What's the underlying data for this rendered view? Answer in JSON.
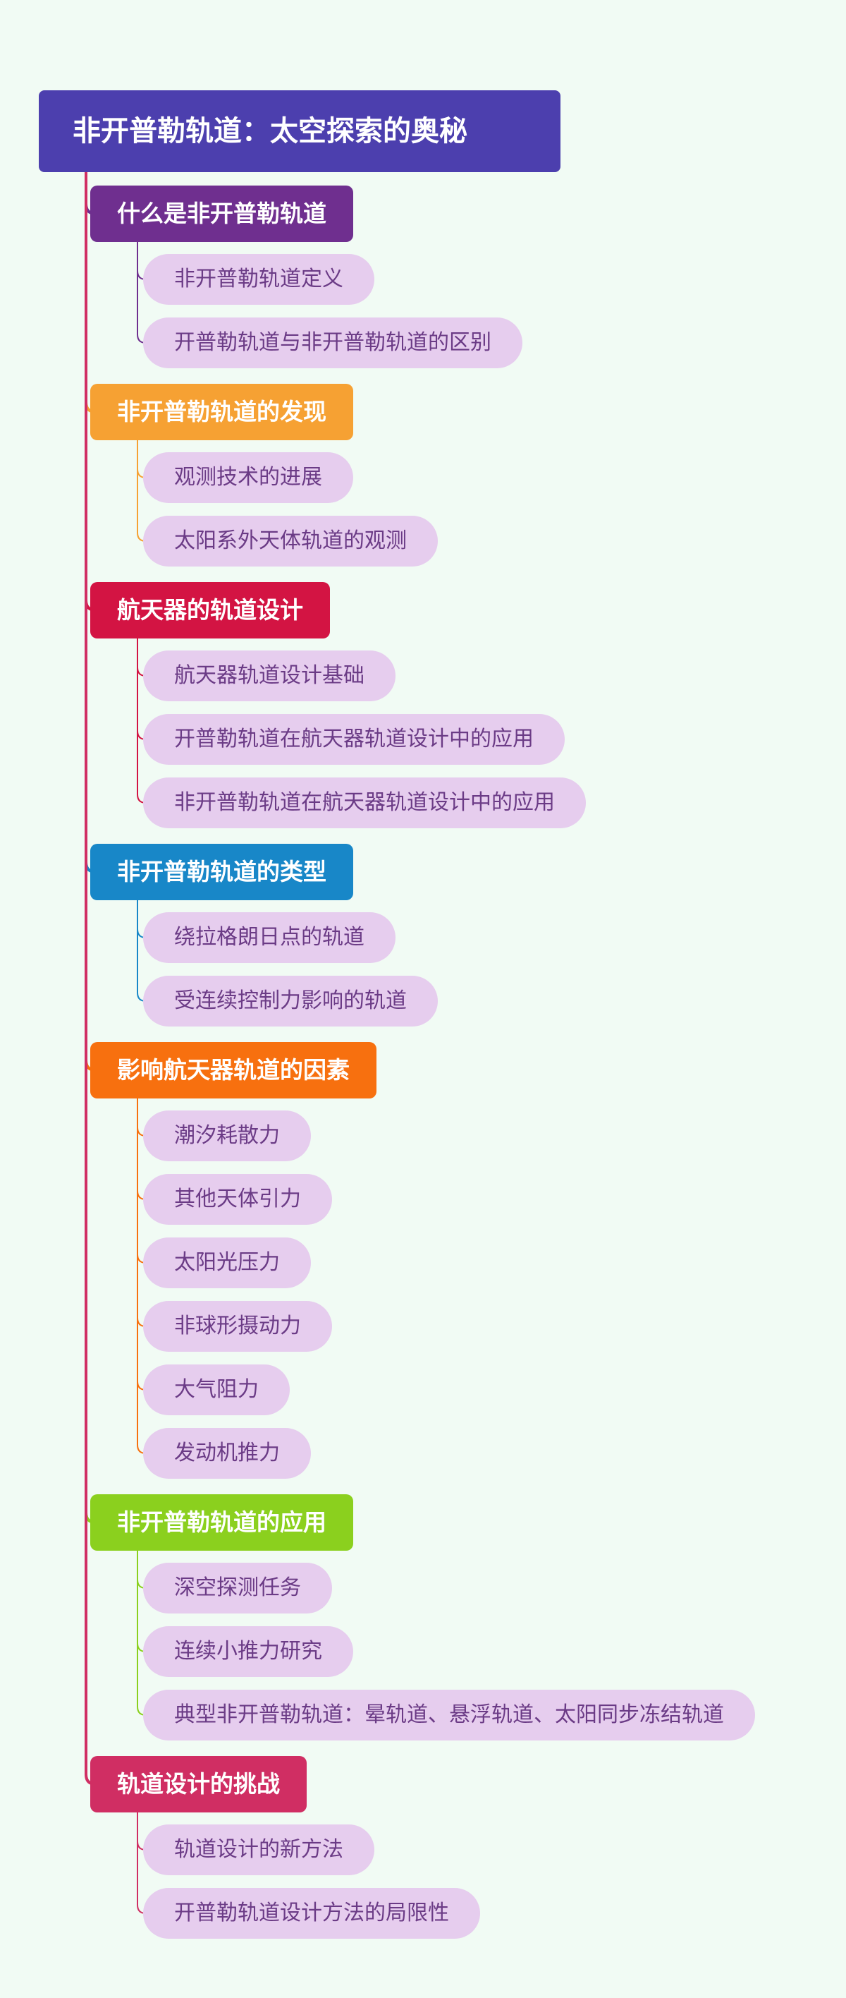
{
  "mindmap": {
    "root": "非开普勒轨道：太空探索的奥秘",
    "colors": {
      "background": "#f1fbf4",
      "root": "#4c3fae",
      "subtopic_fill": "#e6cdee",
      "subtopic_text": "#6b3b86"
    },
    "topics": [
      {
        "label": "什么是非开普勒轨道",
        "color": "#6f2f8f",
        "children": [
          "非开普勒轨道定义",
          "开普勒轨道与非开普勒轨道的区别"
        ]
      },
      {
        "label": "非开普勒轨道的发现",
        "color": "#f6a133",
        "children": [
          "观测技术的进展",
          "太阳系外天体轨道的观测"
        ]
      },
      {
        "label": "航天器的轨道设计",
        "color": "#d31443",
        "children": [
          "航天器轨道设计基础",
          "开普勒轨道在航天器轨道设计中的应用",
          "非开普勒轨道在航天器轨道设计中的应用"
        ]
      },
      {
        "label": "非开普勒轨道的类型",
        "color": "#1887c8",
        "children": [
          "绕拉格朗日点的轨道",
          "受连续控制力影响的轨道"
        ]
      },
      {
        "label": "影响航天器轨道的因素",
        "color": "#f7700f",
        "children": [
          "潮汐耗散力",
          "其他天体引力",
          "太阳光压力",
          "非球形摄动力",
          "大气阻力",
          "发动机推力"
        ]
      },
      {
        "label": "非开普勒轨道的应用",
        "color": "#8bd01e",
        "children": [
          "深空探测任务",
          "连续小推力研究",
          "典型非开普勒轨道：晕轨道、悬浮轨道、太阳同步冻结轨道"
        ]
      },
      {
        "label": "轨道设计的挑战",
        "color": "#d02e63",
        "children": [
          "轨道设计的新方法",
          "开普勒轨道设计方法的局限性"
        ]
      }
    ]
  }
}
